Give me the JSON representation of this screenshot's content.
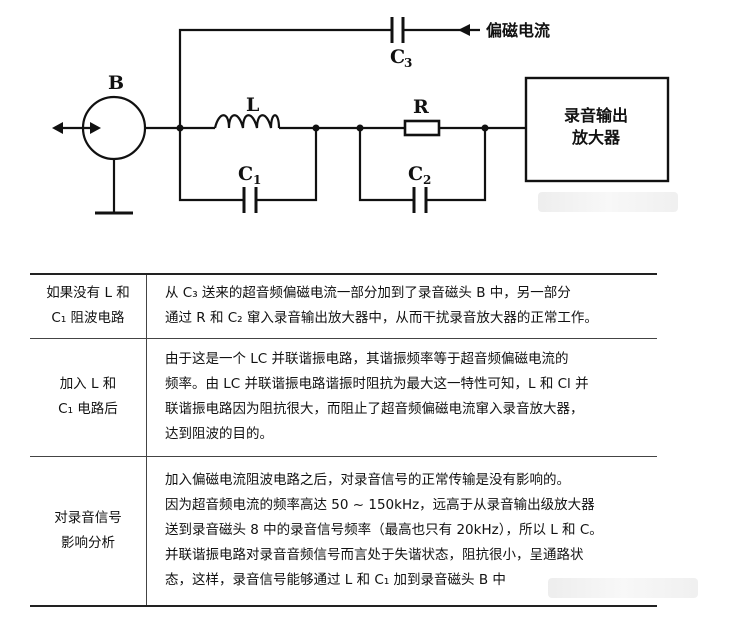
{
  "circuit": {
    "head_label": "B",
    "inductor_label": "L",
    "resistor_label": "R",
    "c1_label": "C",
    "c1_sub": "1",
    "c2_label": "C",
    "c2_sub": "2",
    "c3_label": "C",
    "c3_sub": "3",
    "bias_label": "偏磁电流",
    "amp_line1": "录音输出",
    "amp_line2": "放大器"
  },
  "table": [
    {
      "key_lines": [
        "如果没有 L 和",
        "C₁ 阻波电路"
      ],
      "value_lines": [
        "从 C₃ 送来的超音频偏磁电流一部分加到了录音磁头 B 中，另一部分",
        "通过 R 和 C₂ 窜入录音输出放大器中，从而干扰录音放大器的正常工作。"
      ]
    },
    {
      "key_lines": [
        "加入 L 和",
        "C₁ 电路后"
      ],
      "value_lines": [
        "由于这是一个 LC 并联谐振电路，其谐振频率等于超音频偏磁电流的",
        "频率。由 LC 并联谐振电路谐振时阻抗为最大这一特性可知，L 和 Cl 并",
        "联谐振电路因为阻抗很大，而阻止了超音频偏磁电流窜入录音放大器，",
        "达到阻波的目的。"
      ]
    },
    {
      "key_lines": [
        "对录音信号",
        "影响分析"
      ],
      "value_lines": [
        "加入偏磁电流阻波电路之后，对录音信号的正常传输是没有影响的。",
        "因为超音频电流的频率高达 50 ~ 150kHz，远高于从录音输出级放大器",
        "送到录音磁头 8 中的录音信号频率（最高也只有 20kHz），所以 L 和 C。",
        "并联谐振电路对录音音频信号而言处于失谐状态，阻抗很小，呈通路状",
        "态，这样，录音信号能够通过 L 和 C₁ 加到录音磁头 B 中"
      ]
    }
  ]
}
